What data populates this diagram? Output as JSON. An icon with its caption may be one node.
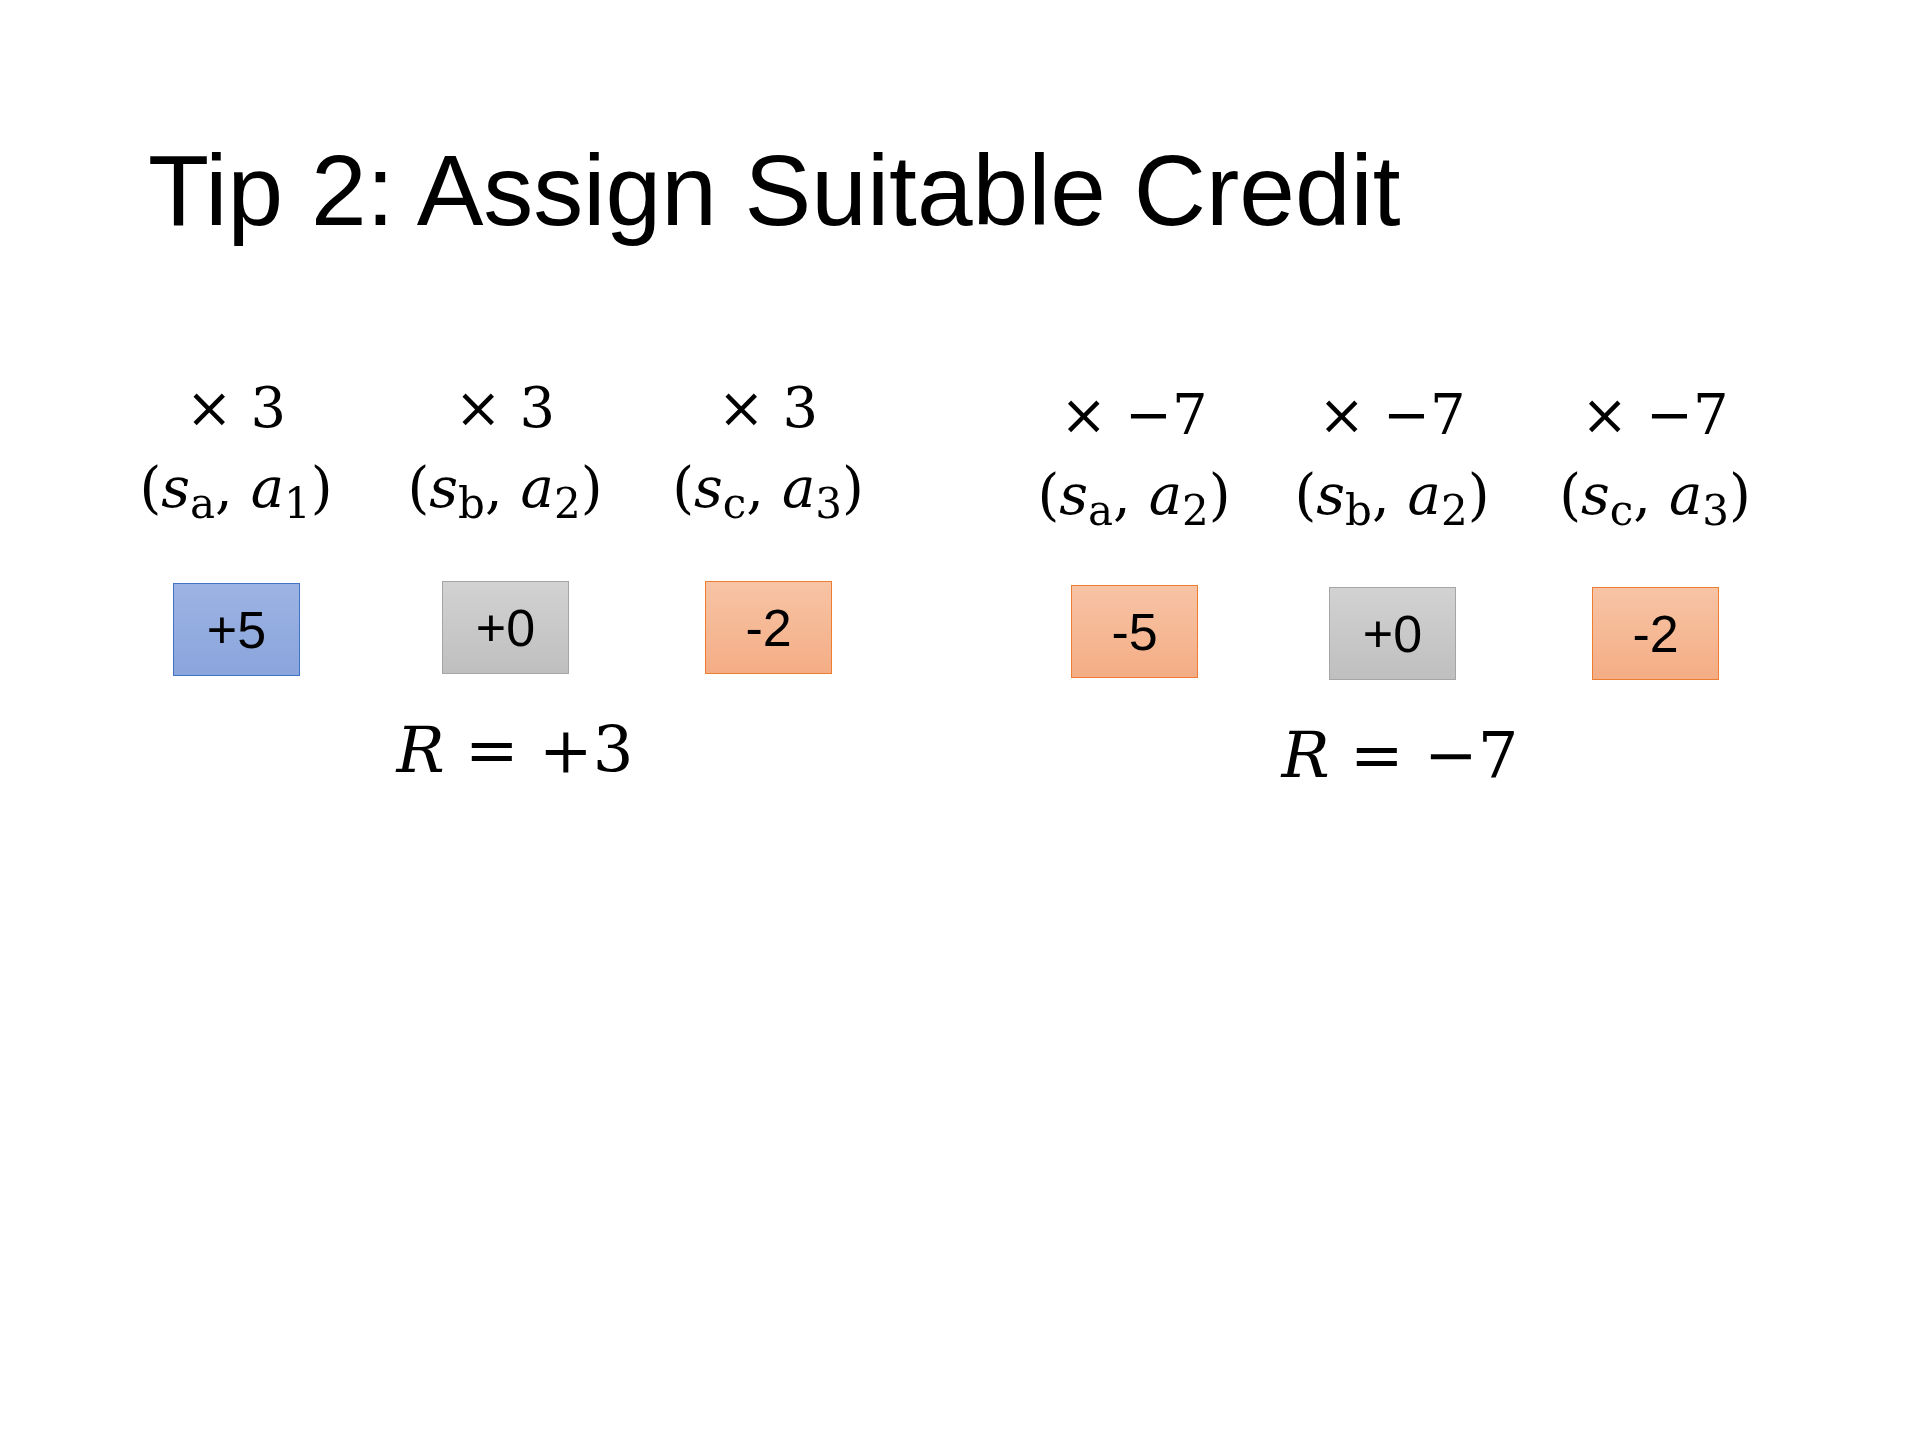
{
  "diagram": {
    "title": "Tip 2: Assign Suitable Credit",
    "nodes": [
      {
        "text": [
          "+5"
        ],
        "beside": [
          "× 3",
          "(*s*$_{a}$, *a*$_{1}$)"
        ]
      },
      {
        "text": [
          "+0"
        ],
        "beside": [
          "× 3",
          "(*s*$_{b}$, *a*$_{2}$)"
        ]
      },
      {
        "text": [
          "-2"
        ],
        "beside": [
          "× 3",
          "(*s*$_{c}$, *a*$_{3}$)"
        ]
      },
      {
        "text": [
          "-5"
        ],
        "beside": [
          "× −7",
          "(*s*$_{a}$, *a*$_{2}$)"
        ]
      },
      {
        "text": [
          "+0"
        ],
        "beside": [
          "× −7",
          "(*s*$_{b}$, *a*$_{2}$)"
        ]
      },
      {
        "text": [
          "-2"
        ],
        "beside": [
          "× −7",
          "(*s*$_{c}$, *a*$_{3}$)"
        ]
      }
    ],
    "labels": [
      "*R* = +3",
      "*R* = −7"
    ]
  }
}
